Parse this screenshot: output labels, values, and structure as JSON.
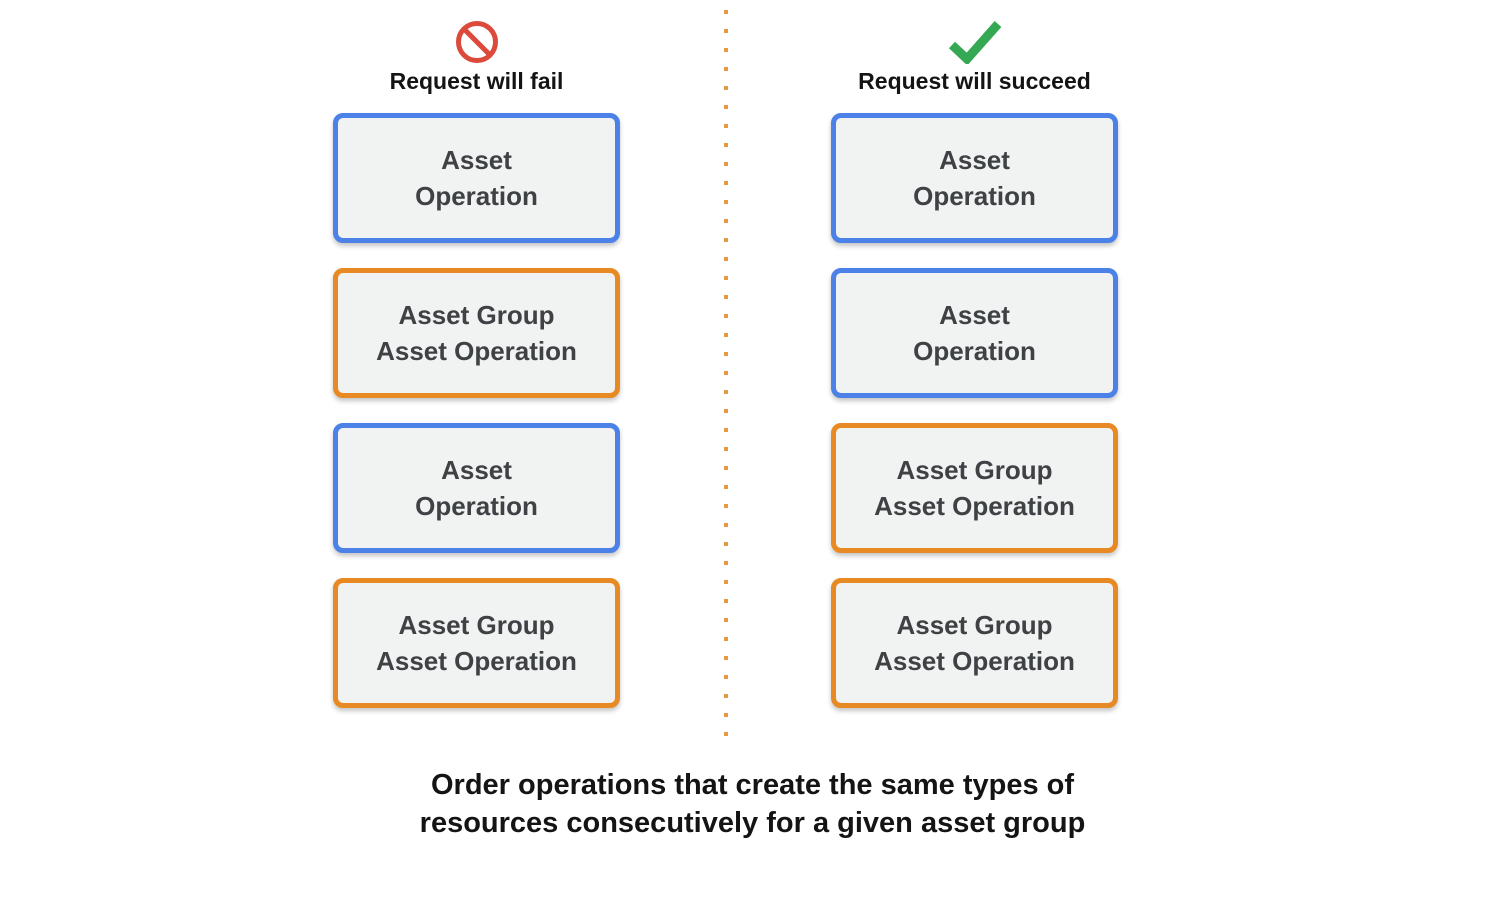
{
  "colors": {
    "page_bg": "#FFFFFF",
    "blue_border": "#4C82E8",
    "orange_border": "#E88A23",
    "box_fill": "#F1F2F2",
    "box_text": "#3F4245",
    "heading_text": "#141414",
    "caption_text": "#141414",
    "fail_red": "#DB4A3B",
    "success_green": "#34A853",
    "divider_dot": "#E8983F"
  },
  "columns": [
    {
      "heading": "Request will fail",
      "icon": "prohibition-icon",
      "boxes": [
        {
          "type": "asset-operation",
          "border": "blue",
          "lines": [
            "Asset",
            "Operation"
          ]
        },
        {
          "type": "asset-group-asset-operation",
          "border": "orange",
          "lines": [
            "Asset Group",
            "Asset Operation"
          ]
        },
        {
          "type": "asset-operation",
          "border": "blue",
          "lines": [
            "Asset",
            "Operation"
          ]
        },
        {
          "type": "asset-group-asset-operation",
          "border": "orange",
          "lines": [
            "Asset Group",
            "Asset Operation"
          ]
        }
      ]
    },
    {
      "heading": "Request will succeed",
      "icon": "checkmark-icon",
      "boxes": [
        {
          "type": "asset-operation",
          "border": "blue",
          "lines": [
            "Asset",
            "Operation"
          ]
        },
        {
          "type": "asset-operation",
          "border": "blue",
          "lines": [
            "Asset",
            "Operation"
          ]
        },
        {
          "type": "asset-group-asset-operation",
          "border": "orange",
          "lines": [
            "Asset Group",
            "Asset Operation"
          ]
        },
        {
          "type": "asset-group-asset-operation",
          "border": "orange",
          "lines": [
            "Asset Group",
            "Asset Operation"
          ]
        }
      ]
    }
  ],
  "caption": {
    "lines": [
      "Order operations that create the same types of",
      "resources consecutively for a given asset group"
    ]
  }
}
